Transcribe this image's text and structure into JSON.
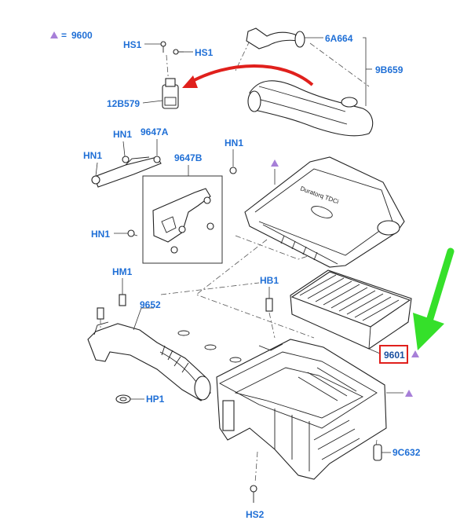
{
  "legend": {
    "symbol": "▲",
    "equals": "=",
    "part": "9600"
  },
  "labels": {
    "hs1_a": "HS1",
    "hs1_b": "HS1",
    "p_12b579": "12B579",
    "p_6a664": "6A664",
    "p_9b659": "9B659",
    "hn1_a": "HN1",
    "hn1_b": "HN1",
    "hn1_c": "HN1",
    "hn1_d": "HN1",
    "p_9647a": "9647A",
    "p_9647b": "9647B",
    "hm1": "HM1",
    "p_9652": "9652",
    "hb1": "HB1",
    "hp1": "HP1",
    "p_9601": "9601",
    "p_9c632": "9C632",
    "hs2": "HS2"
  },
  "cover_text": "Duratorq TDCi",
  "colors": {
    "label_blue": "#1f6fd6",
    "highlight_red": "#e0201c",
    "arrow_green": "#35e02a",
    "marker_purple": "#a77fd8"
  },
  "icons": [
    "purple-triangle-marker",
    "red-curved-arrow",
    "green-pointer-arrow"
  ]
}
